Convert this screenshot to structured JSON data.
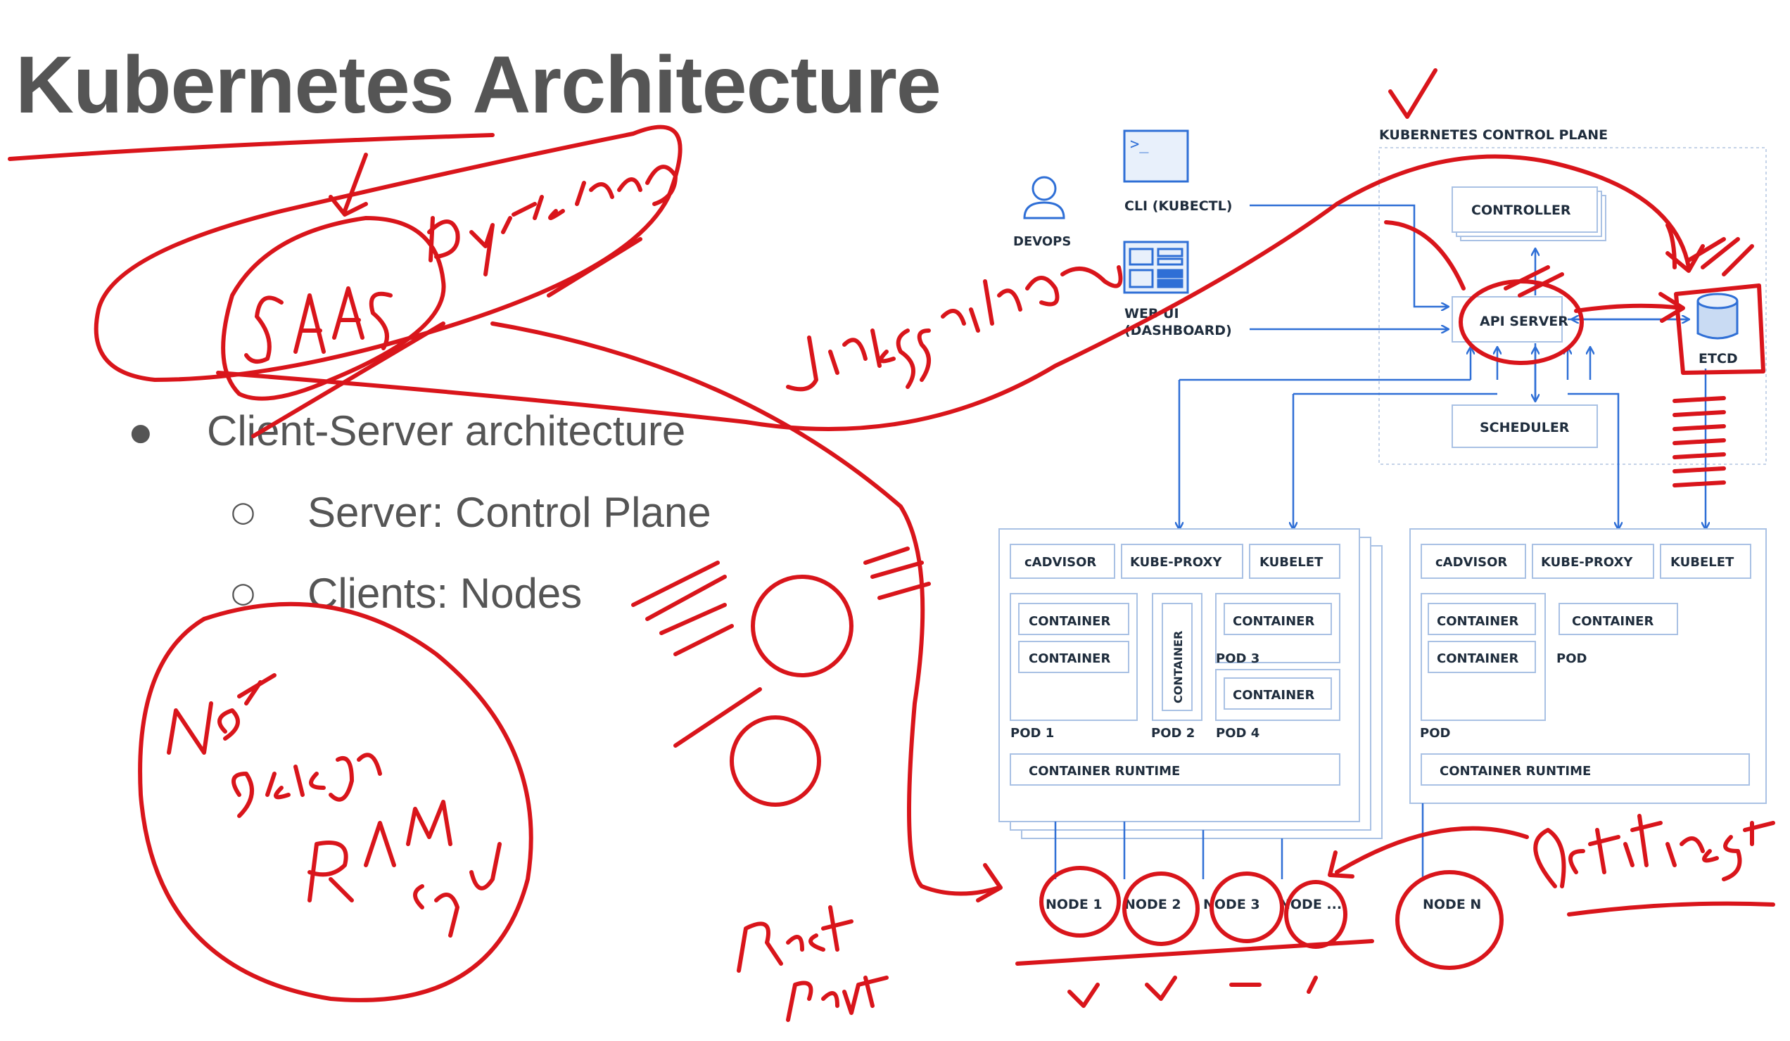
{
  "slide": {
    "title": "Kubernetes Architecture",
    "bullets": [
      {
        "level": 1,
        "marker": "●",
        "text": "Client-Server architecture"
      },
      {
        "level": 2,
        "marker": "○",
        "text": "Server: Control Plane"
      },
      {
        "level": 2,
        "marker": "○",
        "text": "Clients: Nodes"
      }
    ]
  },
  "diagram": {
    "control_plane_label": "KUBERNETES CONTROL PLANE",
    "devops_label": "DEVOPS",
    "cli_label": "CLI (KUBECTL)",
    "cli_prompt": ">_",
    "webui_label_1": "WEB UI",
    "webui_label_2": "(DASHBOARD)",
    "controller_label": "CONTROLLER",
    "api_server_label": "API SERVER",
    "etcd_label": "ETCD",
    "scheduler_label": "SCHEDULER",
    "node_left": {
      "agents": [
        "cADVISOR",
        "KUBE-PROXY",
        "KUBELET"
      ],
      "container": "CONTAINER",
      "pod_labels": [
        "POD 1",
        "POD 2",
        "POD 3",
        "POD 4"
      ],
      "runtime": "CONTAINER RUNTIME"
    },
    "node_right": {
      "agents": [
        "cADVISOR",
        "KUBE-PROXY",
        "KUBELET"
      ],
      "container": "CONTAINER",
      "pod_labels": [
        "POD",
        "POD"
      ],
      "runtime": "CONTAINER RUNTIME"
    },
    "node_names": [
      "NODE 1",
      "NODE 2",
      "NODE 3",
      "NODE ...",
      "NODE N"
    ]
  },
  "colors": {
    "title_text": "#555555",
    "diagram_stroke": "#a9c1e4",
    "arrow_blue": "#2f6fd6",
    "label_dark": "#1f2d3d",
    "annotation_red": "#d9151b"
  }
}
